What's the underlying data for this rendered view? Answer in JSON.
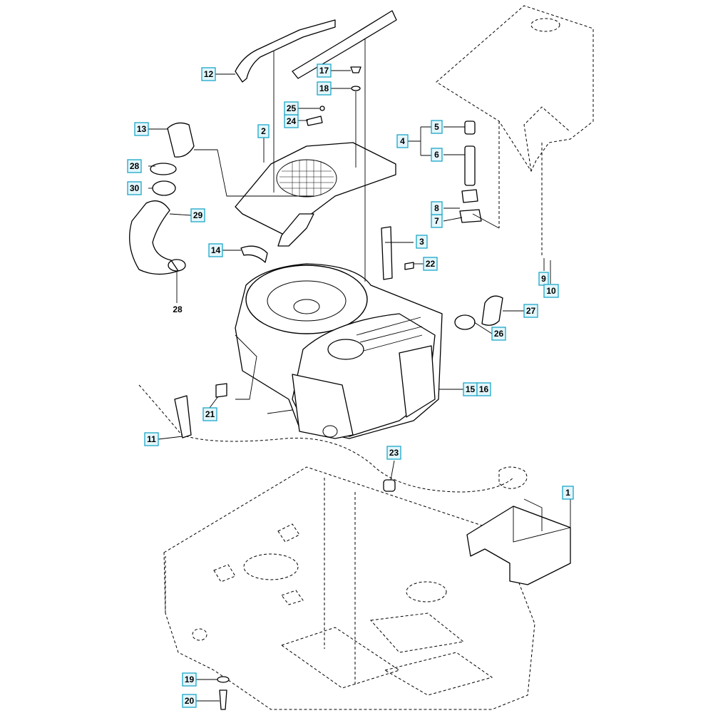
{
  "diagram": {
    "callouts": [
      {
        "id": "c1",
        "text": "1"
      },
      {
        "id": "c2",
        "text": "2"
      },
      {
        "id": "c3",
        "text": "3"
      },
      {
        "id": "c4",
        "text": "4"
      },
      {
        "id": "c5",
        "text": "5"
      },
      {
        "id": "c6",
        "text": "6"
      },
      {
        "id": "c7",
        "text": "7"
      },
      {
        "id": "c8",
        "text": "8"
      },
      {
        "id": "c9",
        "text": "9"
      },
      {
        "id": "c10",
        "text": "10"
      },
      {
        "id": "c11",
        "text": "11"
      },
      {
        "id": "c12",
        "text": "12"
      },
      {
        "id": "c13",
        "text": "13"
      },
      {
        "id": "c14",
        "text": "14"
      },
      {
        "id": "c15",
        "text": "15"
      },
      {
        "id": "c16",
        "text": "16"
      },
      {
        "id": "c17",
        "text": "17"
      },
      {
        "id": "c18",
        "text": "18"
      },
      {
        "id": "c19",
        "text": "19"
      },
      {
        "id": "c20",
        "text": "20"
      },
      {
        "id": "c21",
        "text": "21"
      },
      {
        "id": "c22",
        "text": "22"
      },
      {
        "id": "c23",
        "text": "23"
      },
      {
        "id": "c24",
        "text": "24"
      },
      {
        "id": "c25",
        "text": "25"
      },
      {
        "id": "c26",
        "text": "26"
      },
      {
        "id": "c27",
        "text": "27"
      },
      {
        "id": "c28a",
        "text": "28"
      },
      {
        "id": "c29",
        "text": "29"
      },
      {
        "id": "c30",
        "text": "30"
      }
    ],
    "free_labels": [
      {
        "id": "f28b",
        "text": "28"
      }
    ]
  }
}
